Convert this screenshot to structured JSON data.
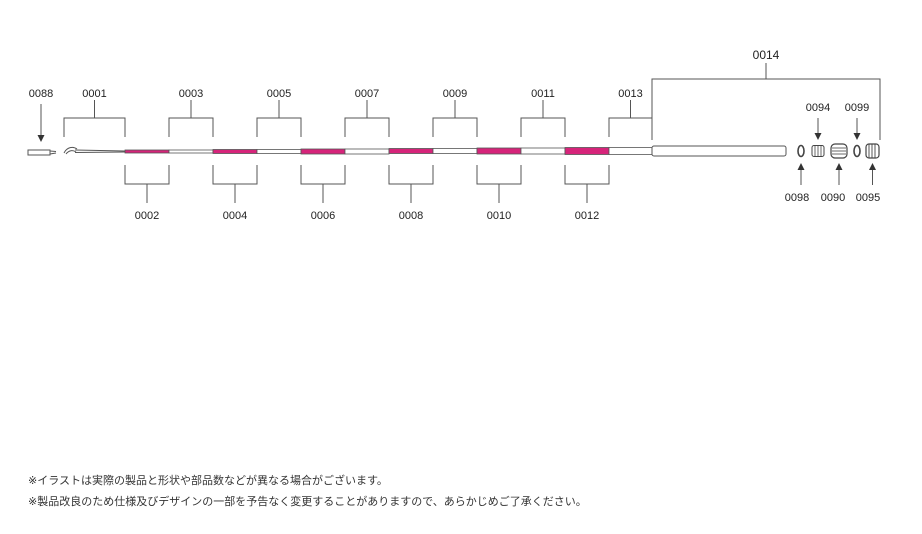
{
  "labels": {
    "tip_cap": "0088",
    "sections_top": [
      "0001",
      "0003",
      "0005",
      "0007",
      "0009",
      "0011",
      "0013"
    ],
    "sections_bottom": [
      "0002",
      "0004",
      "0006",
      "0008",
      "0010",
      "0012"
    ],
    "butt": "0014",
    "parts_top": [
      "0094",
      "0099"
    ],
    "parts_bottom": [
      "0098",
      "0090",
      "0095"
    ]
  },
  "colors": {
    "magenta": "#d6247a",
    "white": "#ffffff",
    "outline": "#555555"
  },
  "icons": {
    "arrow": "arrow-icon",
    "o_ring": "o-ring-icon",
    "ring_nut": "ring-nut-icon",
    "ribbed_cap": "ribbed-cap-icon"
  },
  "notes": [
    "※イラストは実際の製品と形状や部品数などが異なる場合がございます。",
    "※製品改良のため仕様及びデザインの一部を予告なく変更することがありますので、あらかじめご了承ください。"
  ]
}
